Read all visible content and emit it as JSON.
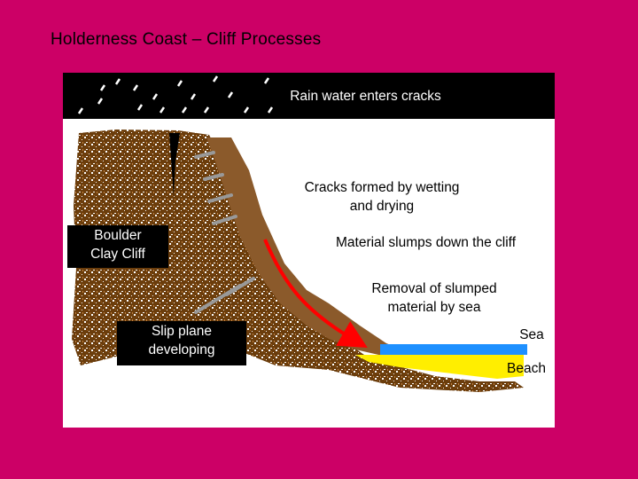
{
  "title": "Holderness Coast – Cliff Processes",
  "labels": {
    "rain": "Rain water enters cracks",
    "cracks": "Cracks formed by wetting\nand drying",
    "slumps": "Material slumps down the cliff",
    "removal": "Removal of slumped\nmaterial by sea",
    "sea": "Sea",
    "beach": "Beach",
    "boulder_clay": "Boulder\nClay Cliff",
    "slip_plane": "Slip plane\ndeveloping"
  },
  "colors": {
    "background": "#cc0066",
    "cliff": "#7a4a1a",
    "slump": "#8b5a2b",
    "sea": "#1e90ff",
    "beach": "#ffee00",
    "arrow": "#ff0000",
    "crack": "#999999"
  }
}
